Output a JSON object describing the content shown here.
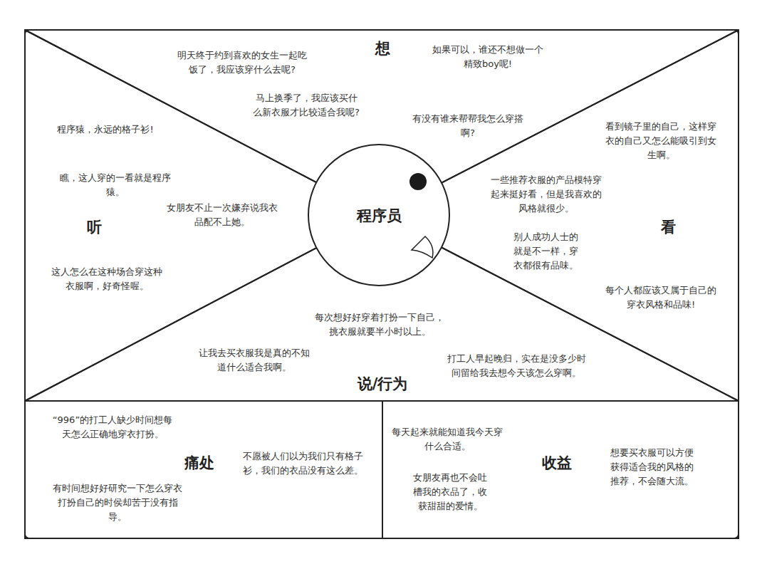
{
  "diagram": {
    "nodes": [
      {
        "text": [
          "想",
          "明天终于约到喜欢的女生一起吃饭了，我应该穿什么去呢?",
          "如果可以，谁还不想做一个精致boy呢!",
          "马上换季了，我应该买什么新衣服才比较适合我呢?",
          "有没有谁来帮帮我怎么穿搭啊?"
        ]
      },
      {
        "text": [
          "听",
          "程序猿，永远的格子衫!",
          "瞧，这人穿的一看就是程序猿。",
          "女朋友不止一次嫌弃说我衣品配不上她。",
          "这人怎么在这种场合穿这种衣服啊，好奇怪喔。"
        ]
      },
      {
        "text": [
          "程序员"
        ]
      },
      {
        "text": [
          "看",
          "看到镜子里的自己，这样穿衣的自己又怎么能吸引到女生啊。",
          "一些推荐衣服的产品模特穿起来挺好看，但是我喜欢的风格就很少。",
          "别人成功人士的就是不一样，穿衣都很有品味。",
          "每个人都应该又属于自己的穿衣风格和品味!"
        ]
      },
      {
        "text": [
          "说/行为",
          "每次想好好穿着打扮一下自己，挑衣服就要半小时以上。",
          "让我去买衣服我是真的不知道什么适合我啊。",
          "打工人早起晚归，实在是没多少时间留给我去想今天该怎么穿啊。"
        ]
      },
      {
        "text": [
          "痛处",
          "“996”的打工人缺少时间想每天怎么正确地穿衣打扮。",
          "不愿被人们以为我们只有格子衫，我们的衣品没有这么差。",
          "有时间想好好研究一下怎么穿衣打扮自己的时侯却苦于没有指导。"
        ]
      },
      {
        "text": [
          "收益",
          "每天起来就能知道我今天穿什么合适。",
          "女朋友再也不会吐槽我的衣品了，收获甜甜的爱情。",
          "想要买衣服可以方便获得适合我的风格的推荐，不会随大流。"
        ]
      }
    ]
  }
}
